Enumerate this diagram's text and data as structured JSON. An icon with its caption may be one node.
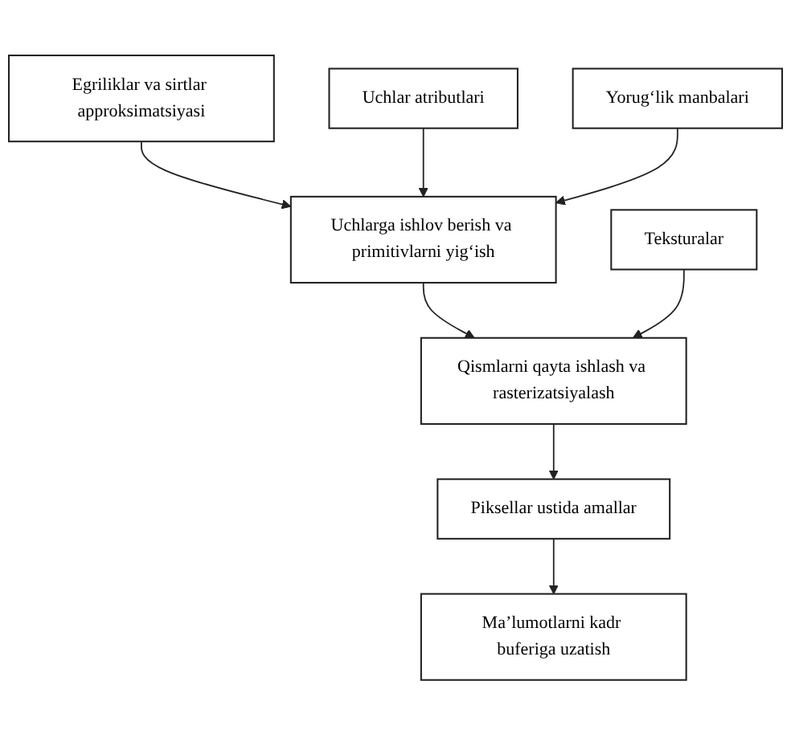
{
  "diagram": {
    "nodes": [
      {
        "text": [
          "Egriliklar va sirtlar approksimatsiyasi"
        ]
      },
      {
        "text": [
          "Uchlarga ishlov berish va primitivlarni yig‘ish"
        ]
      },
      {
        "text": [
          "Qismlarni qayta ishlash va rasterizatsiyalash"
        ]
      },
      {
        "text": [
          "Piksellar ustida amallar"
        ]
      },
      {
        "text": [
          "Ma’lumotlarni kadr buferiga uzatish"
        ]
      },
      {
        "text": [
          "Uchlar atributlari"
        ]
      },
      {
        "text": [
          "Yorug‘lik manbalari"
        ]
      },
      {
        "text": [
          "Teksturalar"
        ]
      }
    ],
    "edges": [
      {
        "from": 0,
        "to": 1,
        "arrow": "to"
      },
      {
        "from": 1,
        "to": 2,
        "arrow": "to"
      },
      {
        "from": 2,
        "to": 3,
        "arrow": "to"
      },
      {
        "from": 3,
        "to": 4,
        "arrow": "to"
      },
      {
        "from": 5,
        "to": 1,
        "arrow": "to"
      },
      {
        "from": 6,
        "to": 1,
        "arrow": "to"
      },
      {
        "from": 7,
        "to": 2,
        "arrow": "to"
      }
    ]
  }
}
